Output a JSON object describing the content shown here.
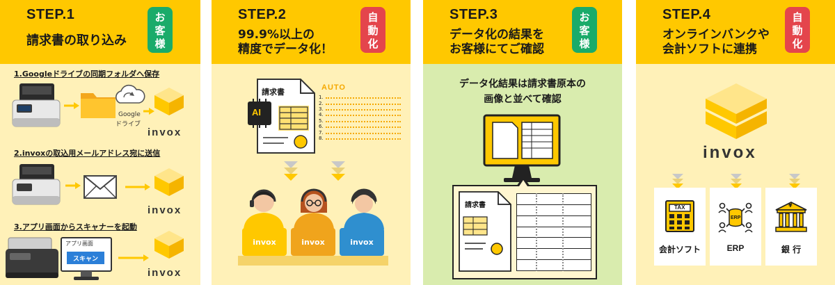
{
  "colors": {
    "header_yellow": "#ffc800",
    "body_light_yellow": "#fff1b8",
    "body_light_green": "#d9ecae",
    "badge_green": "#1aab6a",
    "badge_red": "#e4454c"
  },
  "step1": {
    "step": "STEP.1",
    "title": "請求書の取り込み",
    "badge": "お客様",
    "method1": "1.Googleドライブの同期フォルダへ保存",
    "google_drive_label1": "Google",
    "google_drive_label2": "ドライブ",
    "brand1": "invox",
    "method2": "2.invoxの取込用メールアドレス宛に送信",
    "brand2": "invox",
    "method3": "3.アプリ画面からスキャナーを起動",
    "app_screen_label": "アプリ画面",
    "scan_button": "スキャン",
    "brand3": "invox"
  },
  "step2": {
    "step": "STEP.2",
    "title_line1": "99.9%以上の",
    "title_line2": "精度でデータ化！",
    "badge": "自動化",
    "invoice_label": "請求書",
    "ai_label": "AI",
    "auto_label": "AUTO",
    "list_numbers": [
      "1.",
      "2.",
      "3.",
      "4.",
      "5.",
      "6.",
      "7.",
      "8."
    ],
    "operator_brand": "invox"
  },
  "step3": {
    "step": "STEP.3",
    "title_line1": "データ化の結果を",
    "title_line2": "お客様にてご確認",
    "badge": "お客様",
    "caption_line1": "データ化結果は請求書原本の",
    "caption_line2": "画像と並べて確認",
    "invoice_label": "請求書"
  },
  "step4": {
    "step": "STEP.4",
    "title_line1": "オンラインバンクや",
    "title_line2": "会計ソフトに連携",
    "badge": "自動化",
    "brand": "invox",
    "tax_label": "TAX",
    "erp_icon_label": "ERP",
    "yen_label": "¥",
    "cards": [
      "会計ソフト",
      "ERP",
      "銀 行"
    ]
  }
}
